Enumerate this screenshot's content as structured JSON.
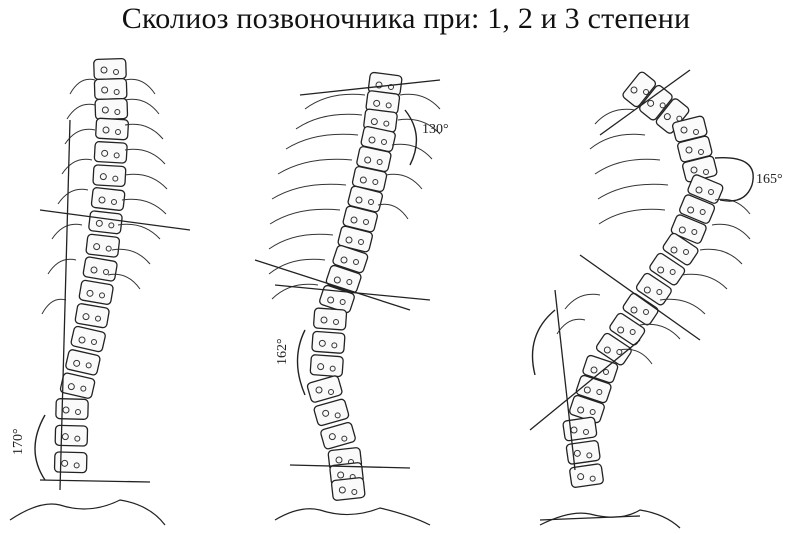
{
  "title": "Сколиоз позвоночника при: 1, 2 и 3 степени",
  "figures": [
    {
      "id": "degree-1",
      "angle_label": "170°"
    },
    {
      "id": "degree-2",
      "angle_label_top": "130°",
      "angle_label_side": "162°"
    },
    {
      "id": "degree-3",
      "angle_label": "165°"
    }
  ]
}
